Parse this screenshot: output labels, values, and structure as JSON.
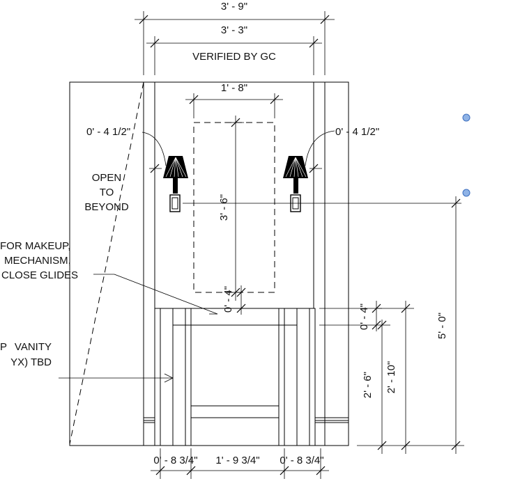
{
  "dimensions": {
    "overall_width": "3' - 9\"",
    "inner_width": "3' - 3\"",
    "mirror_width": "1' - 8\"",
    "sconce_offset_left": "0' - 4 1/2\"",
    "sconce_offset_right": "0' - 4 1/2\"",
    "mirror_height": "3' - 6\"",
    "mirror_gap": "0' - 4\"",
    "counter_thickness": "0' - 4\"",
    "vanity_height": "2' - 6\"",
    "counter_height": "2' - 10\"",
    "sconce_height": "5' - 0\"",
    "bottom_left": "0' - 8 3/4\"",
    "bottom_center": "1' - 9 3/4\"",
    "bottom_right": "0' - 8 3/4\""
  },
  "notes": {
    "verified": "VERIFIED BY GC",
    "open_line1": "OPEN",
    "open_line2": "TO",
    "open_line3": "BEYOND",
    "drawer_line1": "FOR MAKEUP,",
    "drawer_line2": "MECHANISM,",
    "drawer_line3": "CLOSE GLIDES",
    "vanity_line1": "VANITY",
    "vanity_line2": "YX) TBD"
  },
  "colors": {
    "linework": "#000000",
    "grip_fill": "#8fb3e6",
    "grip_stroke": "#3d6fbf"
  }
}
